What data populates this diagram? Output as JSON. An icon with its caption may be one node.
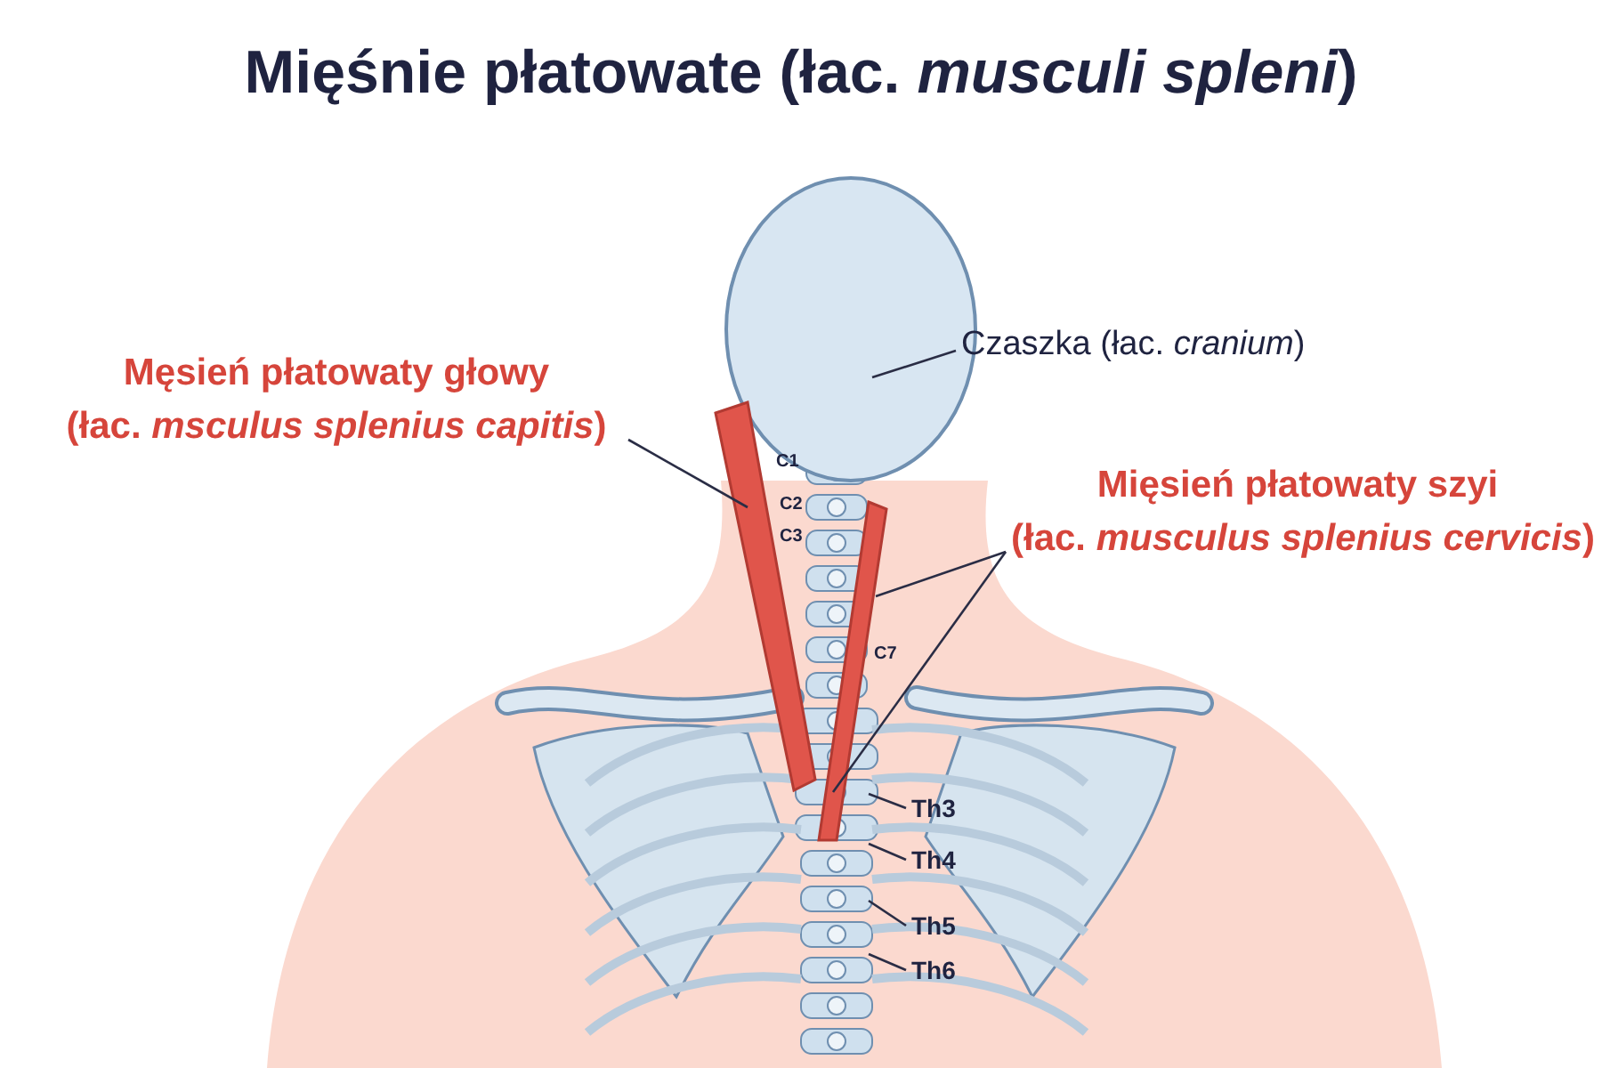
{
  "diagram": {
    "title": "Mięśnie płatowate (łac. *musculi spleni*)",
    "nodes": [
      {
        "text": [
          "Czaszka (łac. *cranium*)"
        ]
      },
      {
        "text": [],
        "shape": "picture"
      },
      {
        "text": [
          "Męsień płatowaty głowy",
          "(łac. *msculus splenius capitis*)"
        ]
      },
      {
        "text": [],
        "shape": "picture"
      },
      {
        "text": [
          "Mięsień płatowaty szyi",
          "(łac. *musculus splenius cervicis*)"
        ]
      },
      {
        "text": [],
        "shape": "picture"
      },
      {
        "text": [
          "Th3"
        ]
      },
      {
        "text": [
          "Th4"
        ]
      },
      {
        "text": [
          "Th5"
        ]
      },
      {
        "text": [
          "Th6"
        ]
      }
    ],
    "edges": [
      {
        "from": 0,
        "to": 1,
        "arrow": "none"
      },
      {
        "from": 2,
        "to": 3,
        "arrow": "none"
      },
      {
        "from": 4,
        "to": 5,
        "arrow": "none"
      },
      {
        "from": 4,
        "to": 5,
        "arrow": "none"
      },
      {
        "from": 6,
        "to": null,
        "arrow": "none"
      },
      {
        "from": 7,
        "to": null,
        "arrow": "none"
      },
      {
        "from": 8,
        "to": null,
        "arrow": "none"
      },
      {
        "from": 9,
        "to": null,
        "arrow": "none"
      }
    ],
    "labels": [
      "C1",
      "C2",
      "C3",
      "C7"
    ]
  }
}
